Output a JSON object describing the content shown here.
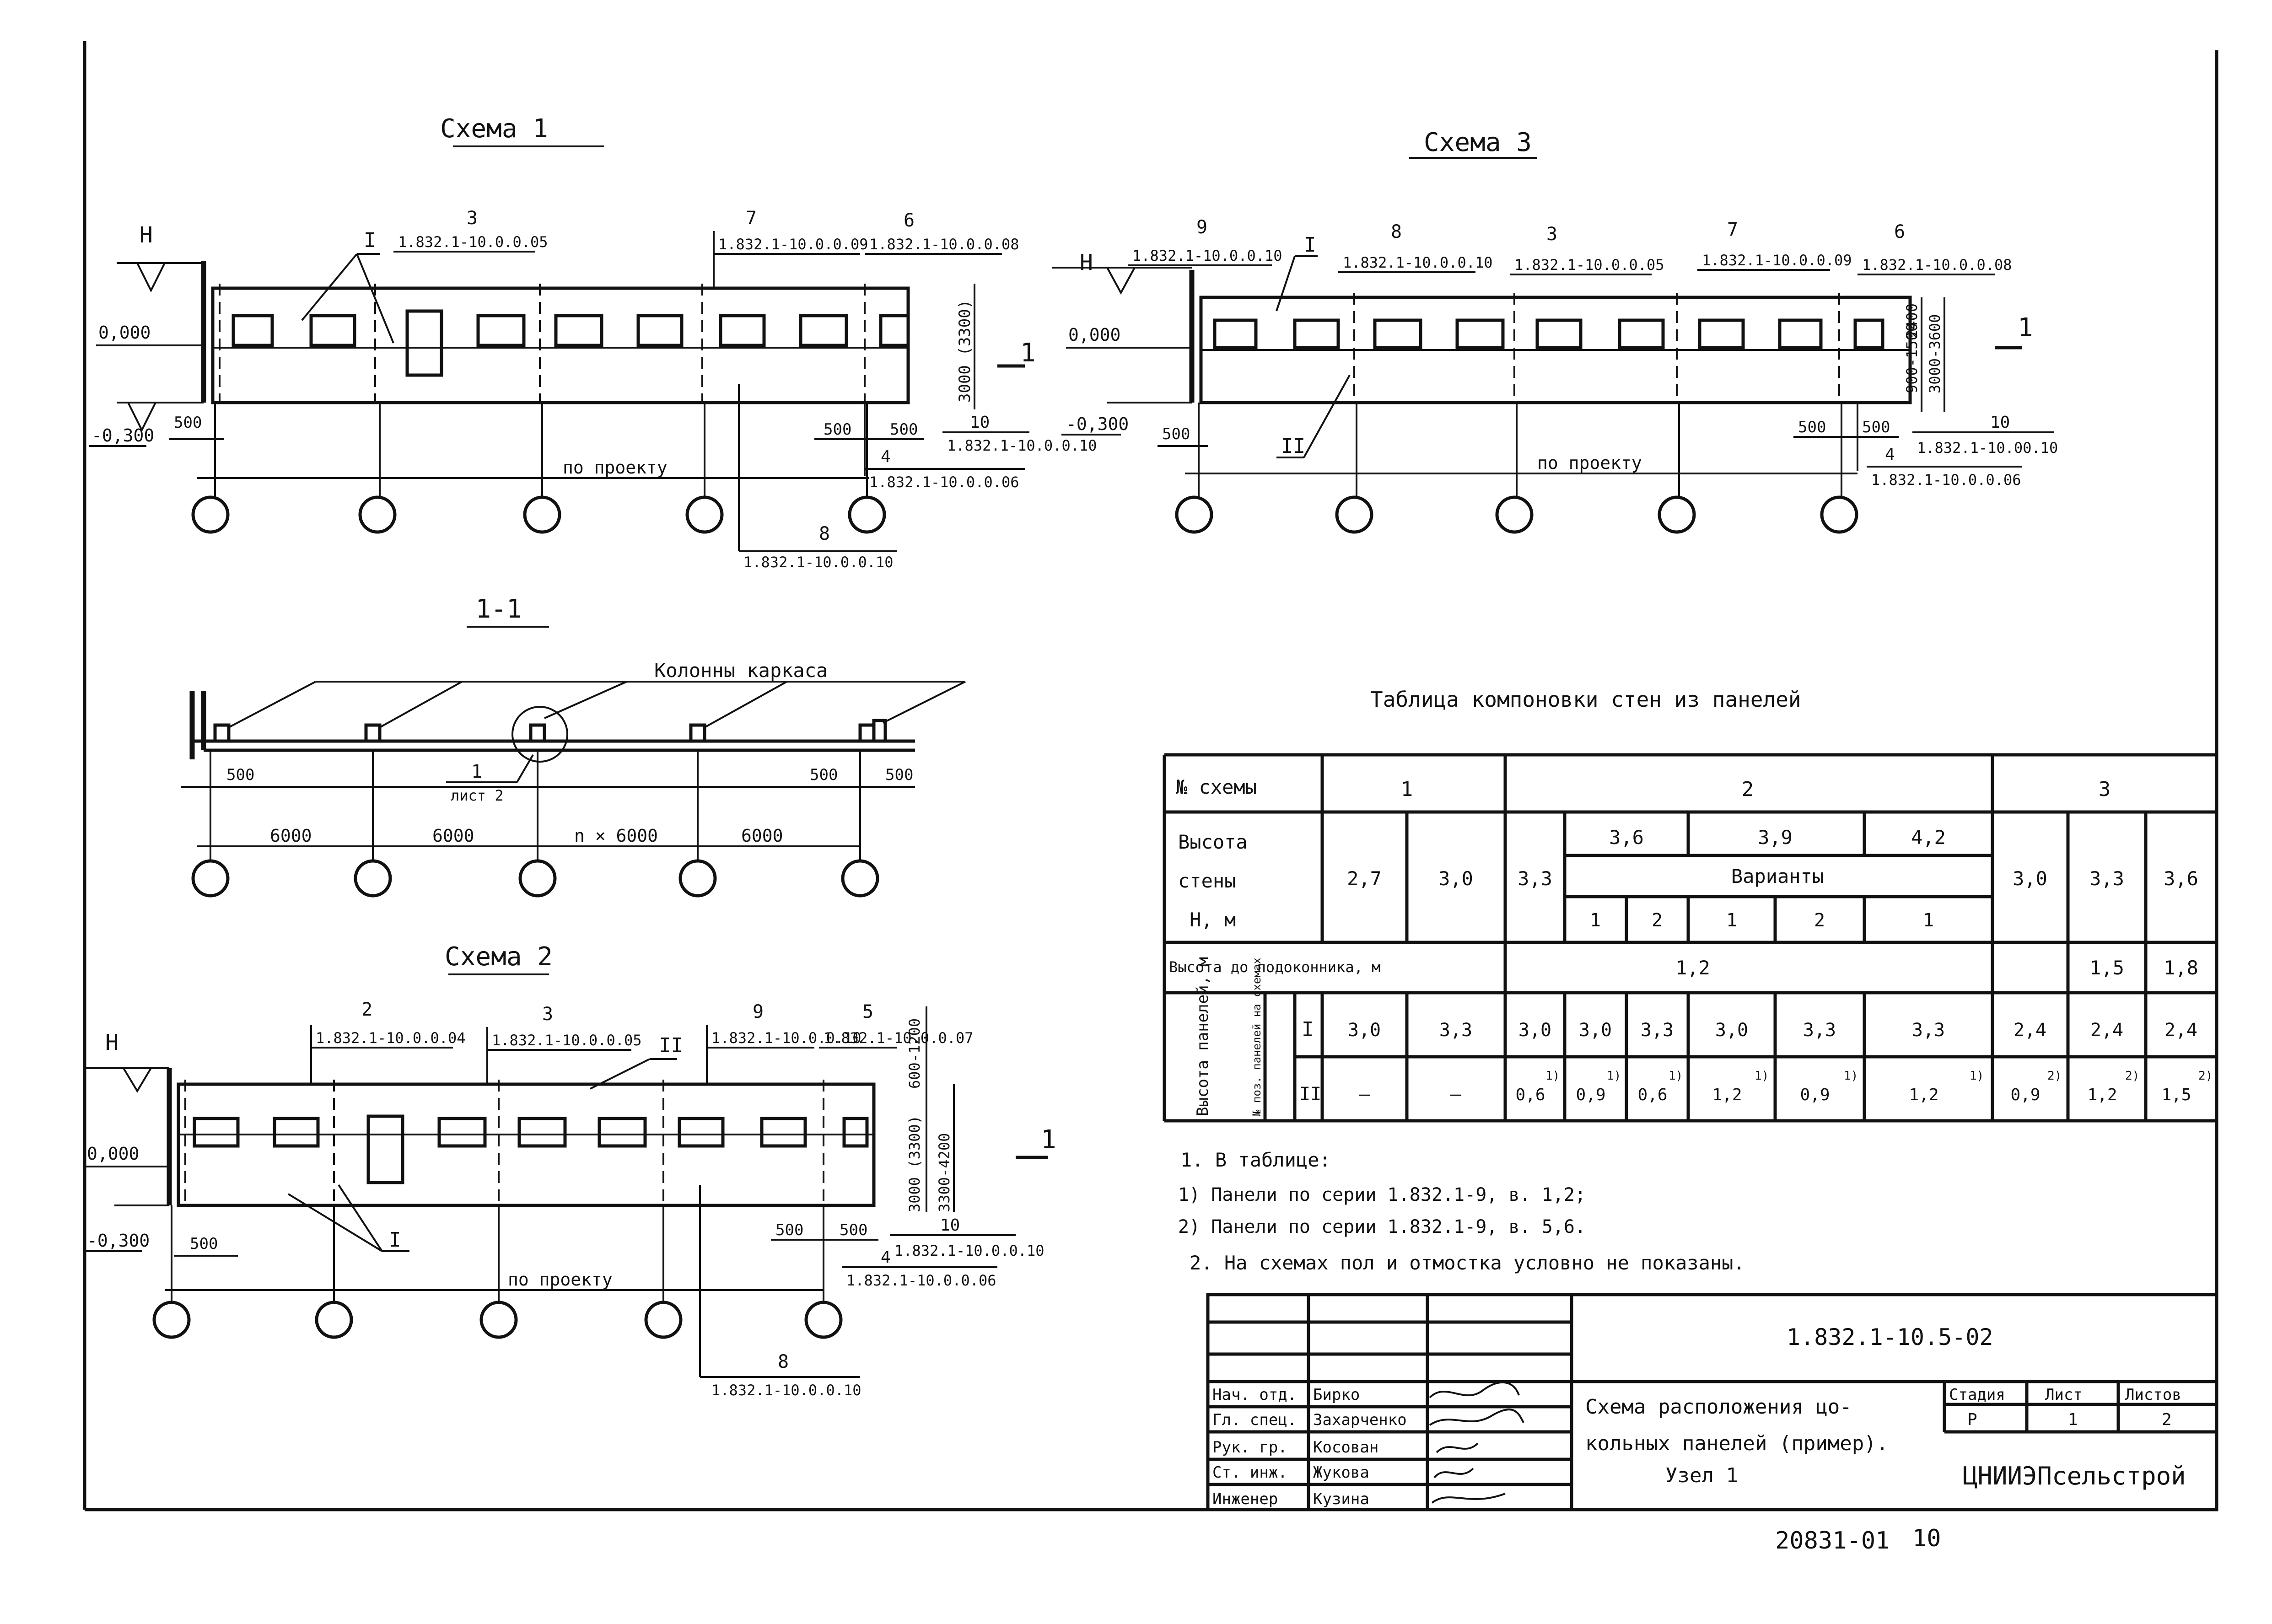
{
  "schemes": {
    "s1": {
      "title": "Схема 1",
      "ref_3": "3",
      "code_3": "1.832.1-10.0.0.05",
      "ref_7": "7",
      "code_7": "1.832.1-10.0.0.09",
      "ref_6": "6",
      "code_6": "1.832.1-10.0.0.08",
      "ref_8": "8",
      "code_8": "1.832.1-10.0.0.10",
      "ref_4": "4",
      "code_4": "1.832.1-10.0.0.06",
      "ref_10": "10",
      "code_10": "1.832.1-10.0.0.10",
      "roman_I": "I",
      "h_label": "H",
      "lvl_0": "0,000",
      "lvl_m": "-0,300",
      "dim_500a": "500",
      "dim_500b": "500",
      "dim_500c": "500",
      "dim_height": "3000 (3300)",
      "by_project": "по проекту",
      "cut": "1"
    },
    "s3": {
      "title": "Схема 3",
      "ref_9": "9",
      "code_9": "1.832.1-10.0.0.10",
      "ref_8": "8",
      "code_8": "1.832.1-10.0.0.10",
      "ref_3": "3",
      "code_3": "1.832.1-10.0.0.05",
      "ref_7": "7",
      "code_7": "1.832.1-10.0.0.09",
      "ref_6": "6",
      "code_6": "1.832.1-10.0.0.08",
      "ref_10": "10",
      "code_10": "1.832.1-10.00.10",
      "ref_4": "4",
      "code_4": "1.832.1-10.0.0.06",
      "roman_I": "I",
      "roman_II": "II",
      "h_label": "H",
      "lvl_0": "0,000",
      "lvl_m": "-0,300",
      "dim_500a": "500",
      "dim_500b": "500",
      "dim_500c": "500",
      "dim_2400": "2400",
      "dim_range": "3000-3600",
      "dim_sill": "900-1500",
      "by_project": "по проекту",
      "cut": "1"
    },
    "section": {
      "title": "1-1",
      "columns": "Колонны каркаса",
      "node": "1",
      "sheet": "лист 2",
      "dim_500a": "500",
      "dim_500b": "500",
      "dim_500c": "500",
      "spans": [
        "6000",
        "6000",
        "n × 6000",
        "6000"
      ]
    },
    "s2": {
      "title": "Схема 2",
      "ref_2": "2",
      "code_2": "1.832.1-10.0.0.04",
      "ref_3": "3",
      "code_3": "1.832.1-10.0.0.05",
      "ref_9": "9",
      "code_9": "1.832.1-10.0.0.10",
      "ref_5": "5",
      "code_5": "1.832.1-10.0.0.07",
      "ref_10": "10",
      "code_10": "1.832.1-10.0.0.10",
      "ref_4": "4",
      "code_4": "1.832.1-10.0.0.06",
      "ref_8": "8",
      "code_8": "1.832.1-10.0.0.10",
      "roman_I": "I",
      "roman_II": "II",
      "h_label": "H",
      "lvl_0": "0,000",
      "lvl_m": "-0,300",
      "dim_500a": "500",
      "dim_500b": "500",
      "dim_500c": "500",
      "dim_top": "600-1200",
      "dim_height": "3000 (3300)",
      "dim_range": "3300-4200",
      "by_project": "по проекту",
      "cut": "1"
    }
  },
  "table": {
    "title": "Таблица компоновки стен из панелей",
    "h_scheme": "№ схемы",
    "scheme_nums": [
      "1",
      "2",
      "3"
    ],
    "h_wall": [
      "Высота",
      "стены",
      "H, м"
    ],
    "h_variants": "Варианты",
    "h_sill": "Высота до подоконника, м",
    "h_panels": "Высота панелей, м",
    "h_pos": "№ поз. панелей на схемах",
    "roman": [
      "I",
      "II"
    ],
    "wall_heights": [
      "2,7",
      "3,0",
      "3,3",
      "3,6",
      "3,9",
      "4,2",
      "3,0",
      "3,3",
      "3,6"
    ],
    "variant_nums": [
      "1",
      "2",
      "1",
      "2",
      "1"
    ],
    "sill": [
      "1,2",
      "1,5",
      "1,8"
    ],
    "row_I": [
      "3,0",
      "3,3",
      "3,0",
      "3,0",
      "3,3",
      "3,0",
      "3,3",
      "3,3",
      "2,4",
      "2,4",
      "2,4"
    ],
    "row_II": [
      "—",
      "—",
      "0,6",
      "0,9",
      "0,6",
      "1,2",
      "0,9",
      "1,2",
      "0,9",
      "1,2",
      "1,5"
    ],
    "row_II_notes": [
      "",
      "",
      "1)",
      "1)",
      "1)",
      "1)",
      "1)",
      "1)",
      "2)",
      "2)",
      "2)"
    ]
  },
  "notes": [
    "1. В таблице:",
    "1) Панели по серии 1.832.1-9, в. 1,2;",
    "2) Панели по серии 1.832.1-9, в. 5,6.",
    "2. На схемах пол и отмостка условно не показаны."
  ],
  "title_block": {
    "code": "1.832.1-10.5-02",
    "title_lines": [
      "Схема расположения цо-",
      "кольных панелей (пример).",
      "Узел 1"
    ],
    "stage_h": "Стадия",
    "sheet_h": "Лист",
    "sheets_h": "Листов",
    "stage": "Р",
    "sheet": "1",
    "sheets": "2",
    "org": "ЦНИИЭПсельстрой",
    "roles": [
      {
        "role": "Нач. отд.",
        "name": "Бирко"
      },
      {
        "role": "Гл. спец.",
        "name": "Захарченко"
      },
      {
        "role": "Рук. гр.",
        "name": "Косован"
      },
      {
        "role": "Ст. инж.",
        "name": "Жукова"
      },
      {
        "role": "Инженер",
        "name": "Кузина"
      }
    ]
  },
  "footer": {
    "doc": "20831-01",
    "page": "10"
  }
}
